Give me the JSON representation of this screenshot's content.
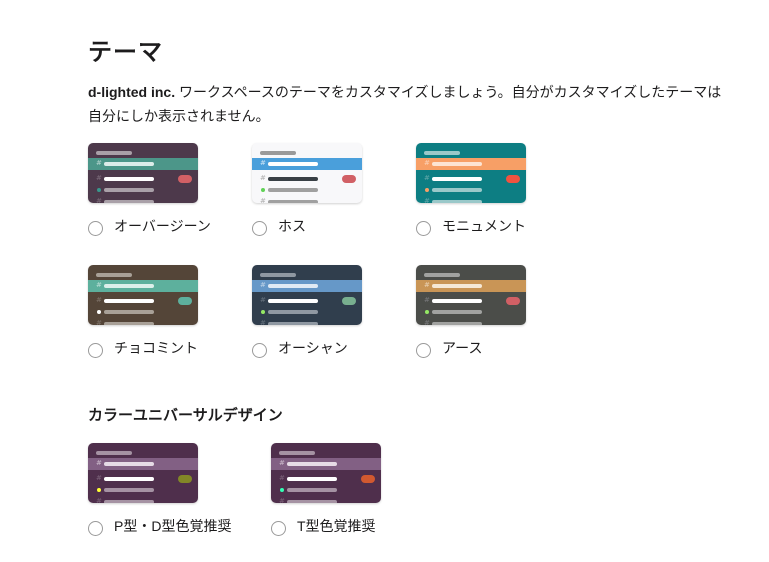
{
  "page": {
    "title": "テーマ",
    "description_bold": "d-lighted inc.",
    "description_rest": " ワークスペースのテーマをカスタマイズしましょう。自分がカスタマイズしたテーマは自分にしか表示されません。"
  },
  "themes": [
    {
      "label": "オーバージーン",
      "selected": false,
      "colors": {
        "bg": "#4d394b",
        "active": "#4c9689",
        "active_line": "#dcece9",
        "top": "#a9a0a8",
        "hash": "#7b6b79",
        "line": "#ffffff",
        "muted": "#a9a0a8",
        "dot": "#38978d",
        "pill": "#d16065"
      }
    },
    {
      "label": "ホス",
      "selected": false,
      "colors": {
        "bg": "#f8f8fa",
        "active": "#4a9fdb",
        "active_line": "#ffffff",
        "top": "#9a9a9a",
        "hash": "#b0b0b0",
        "line": "#383f45",
        "muted": "#a0a0a0",
        "dot": "#60d156",
        "pill": "#d16065"
      }
    },
    {
      "label": "モニュメント",
      "selected": false,
      "colors": {
        "bg": "#0d7e83",
        "active": "#f79f66",
        "active_line": "#fde4d3",
        "top": "#9ac8c9",
        "hash": "#5fa6a8",
        "line": "#ffffff",
        "muted": "#9ac8c9",
        "dot": "#f79f66",
        "pill": "#f15340"
      }
    },
    {
      "label": "チョコミント",
      "selected": false,
      "colors": {
        "bg": "#544538",
        "active": "#5db09d",
        "active_line": "#dcefea",
        "top": "#a8a097",
        "hash": "#7e7268",
        "line": "#ffffff",
        "muted": "#a8a097",
        "dot": "#ffffff",
        "pill": "#5db09d"
      }
    },
    {
      "label": "オーシャン",
      "selected": false,
      "colors": {
        "bg": "#303e4d",
        "active": "#6698c8",
        "active_line": "#e0eaf4",
        "top": "#8f98a2",
        "hash": "#65717d",
        "line": "#ffffff",
        "muted": "#8f98a2",
        "dot": "#94e864",
        "pill": "#78af8f"
      }
    },
    {
      "label": "アース",
      "selected": false,
      "colors": {
        "bg": "#4b4d49",
        "active": "#c99556",
        "active_line": "#f5e8d6",
        "top": "#a1a2a0",
        "hash": "#77787a",
        "line": "#ffffff",
        "muted": "#a1a2a0",
        "dot": "#94e864",
        "pill": "#d16065"
      }
    }
  ],
  "cud_section": {
    "title": "カラーユニバーサルデザイン",
    "themes": [
      {
        "label": "P型・D型色覚推奨",
        "selected": false,
        "colors": {
          "bg": "#4f2f4c",
          "active": "#826084",
          "active_line": "#e6dbe6",
          "top": "#a592a3",
          "hash": "#7a6178",
          "line": "#ffffff",
          "muted": "#a592a3",
          "dot": "#ffff33",
          "pill": "#828727"
        }
      },
      {
        "label": "T型色覚推奨",
        "selected": false,
        "colors": {
          "bg": "#4f2f4c",
          "active": "#826084",
          "active_line": "#e6dbe6",
          "top": "#a592a3",
          "hash": "#7a6178",
          "line": "#ffffff",
          "muted": "#a592a3",
          "dot": "#33ffb5",
          "pill": "#d15930"
        }
      }
    ]
  }
}
